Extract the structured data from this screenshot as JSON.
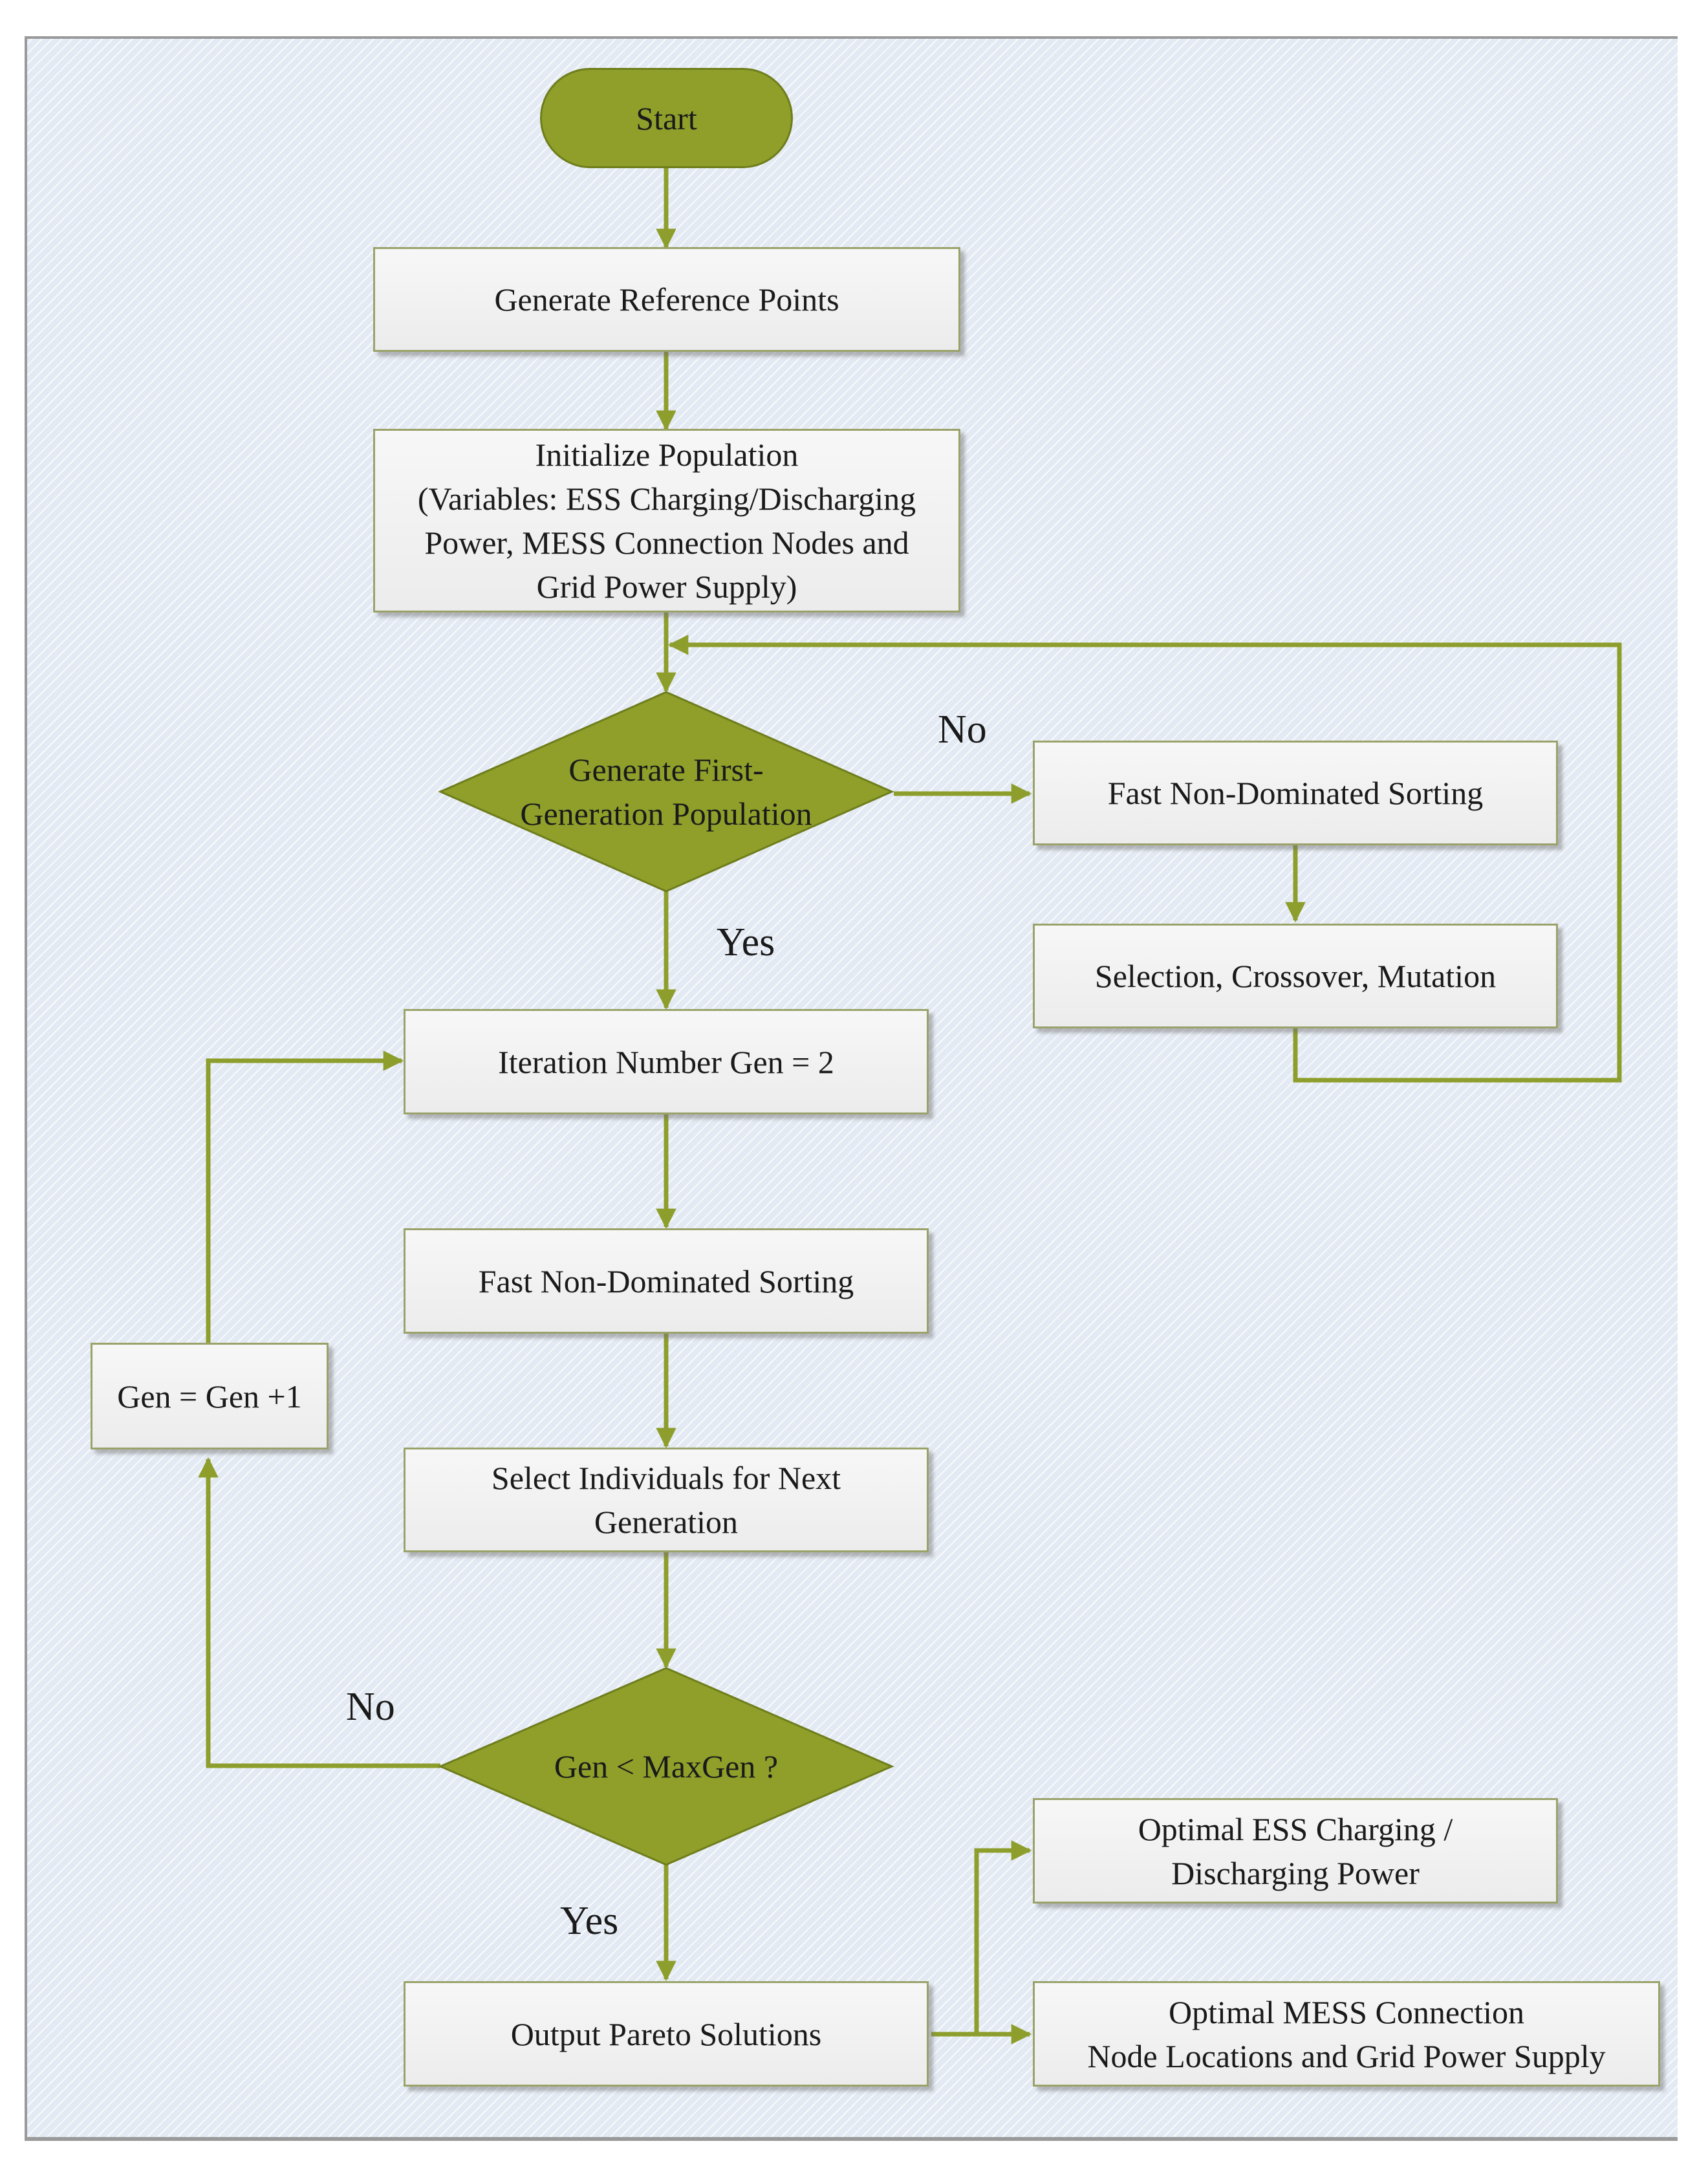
{
  "nodes": {
    "start": "Start",
    "generate_reference_points": "Generate Reference Points",
    "initialize_population": "Initialize Population\n(Variables: ESS Charging/Discharging\nPower, MESS Connection Nodes and\nGrid Power Supply)",
    "first_generation_decision": "Generate First-\nGeneration Population",
    "fast_sorting_right": "Fast Non-Dominated Sorting",
    "selection_crossover_mutation": "Selection, Crossover, Mutation",
    "iteration_number": "Iteration Number Gen = 2",
    "fast_sorting_main": "Fast Non-Dominated Sorting",
    "select_individuals": "Select Individuals for Next\nGeneration",
    "gen_increment": "Gen = Gen +1",
    "maxgen_decision": "Gen < MaxGen ?",
    "output_pareto": "Output Pareto Solutions",
    "optimal_ess": "Optimal  ESS Charging /\nDischarging Power",
    "optimal_mess": "Optimal MESS Connection\nNode Locations and  Grid Power Supply"
  },
  "edge_labels": {
    "first_gen_no": "No",
    "first_gen_yes": "Yes",
    "maxgen_no": "No",
    "maxgen_yes": "Yes"
  },
  "colors": {
    "flow": "#8e9e2c",
    "diamond_fill": "#8f9f2a",
    "box_border": "#9aa26a",
    "background": "#e3eaf3"
  }
}
